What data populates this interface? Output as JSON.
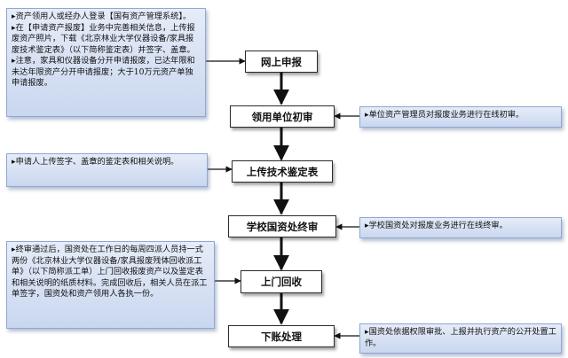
{
  "notes": {
    "left_top": [
      "▸资产领用人或经办人登录【国有资产管理系统】。",
      "▸在【申请资产报废】业务中完善相关信息，上传报废资产照片，下载《北京林业大学仪器设备/家具报废技术鉴定表》（以下简称鉴定表）并签字、盖章。",
      "▸注意，家具和仪器设备分开申请报废，已达年限和未达年限资产分开申请报废；大于10万元资产单独申请报废。"
    ],
    "right_first": "▸单位资产管理员对报废业务进行在线初审。",
    "left_upload": "▸申请人上传签字、盖章的鉴定表和相关说明。",
    "right_final": "▸学校国资处对报废业务进行在线终审。",
    "left_collect": "▸终审通过后，国资处在工作日的每周四派人员持一式两份《北京林业大学仪器设备/家具报废残体回收派工单》（以下简称派工单）上门回收报废资产以及鉴定表和相关说明的纸质材料。完成回收后，相关人员在派工单签字，国资处和资产领用人各执一份。",
    "right_disposal": "▸国资处依据权限审批、上报并执行资产的公开处置工作。"
  },
  "steps": {
    "online_report": "网上申报",
    "unit_first_review": "领用单位初审",
    "upload_appraisal": "上传技术鉴定表",
    "school_final_review": "学校国资处终审",
    "on_site_collection": "上门回收",
    "write_off": "下账处理"
  }
}
